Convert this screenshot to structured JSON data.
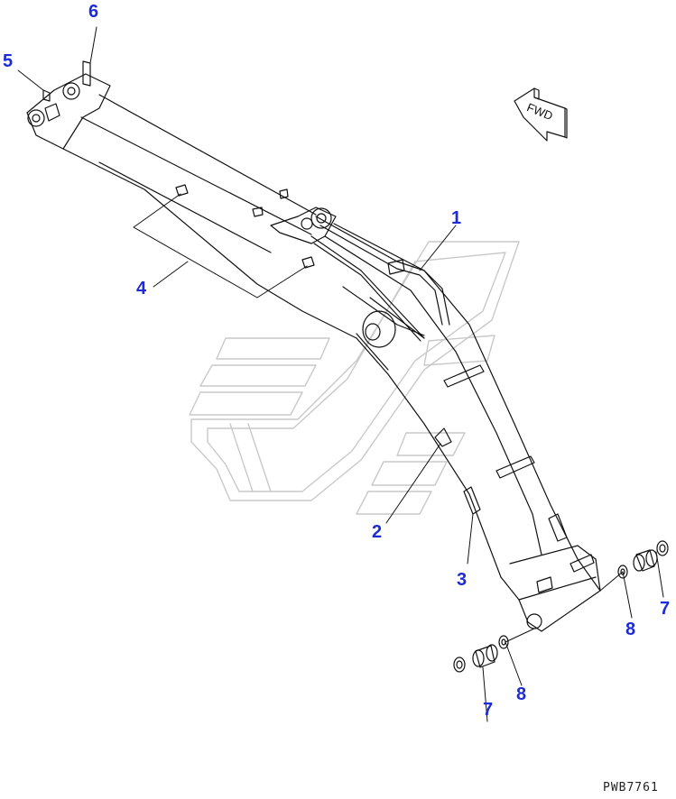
{
  "diagram": {
    "drawing_code": "PWB7761",
    "direction_label": "FWD",
    "callouts": [
      {
        "id": "c1",
        "text": "1"
      },
      {
        "id": "c2",
        "text": "2"
      },
      {
        "id": "c3",
        "text": "3"
      },
      {
        "id": "c4",
        "text": "4"
      },
      {
        "id": "c5",
        "text": "5"
      },
      {
        "id": "c6",
        "text": "6"
      },
      {
        "id": "c7a",
        "text": "7"
      },
      {
        "id": "c7b",
        "text": "7"
      },
      {
        "id": "c8a",
        "text": "8"
      },
      {
        "id": "c8b",
        "text": "8"
      }
    ],
    "colors": {
      "callout": "#1c2bd6",
      "line": "#111111",
      "watermark": "#c9c9c9"
    }
  }
}
